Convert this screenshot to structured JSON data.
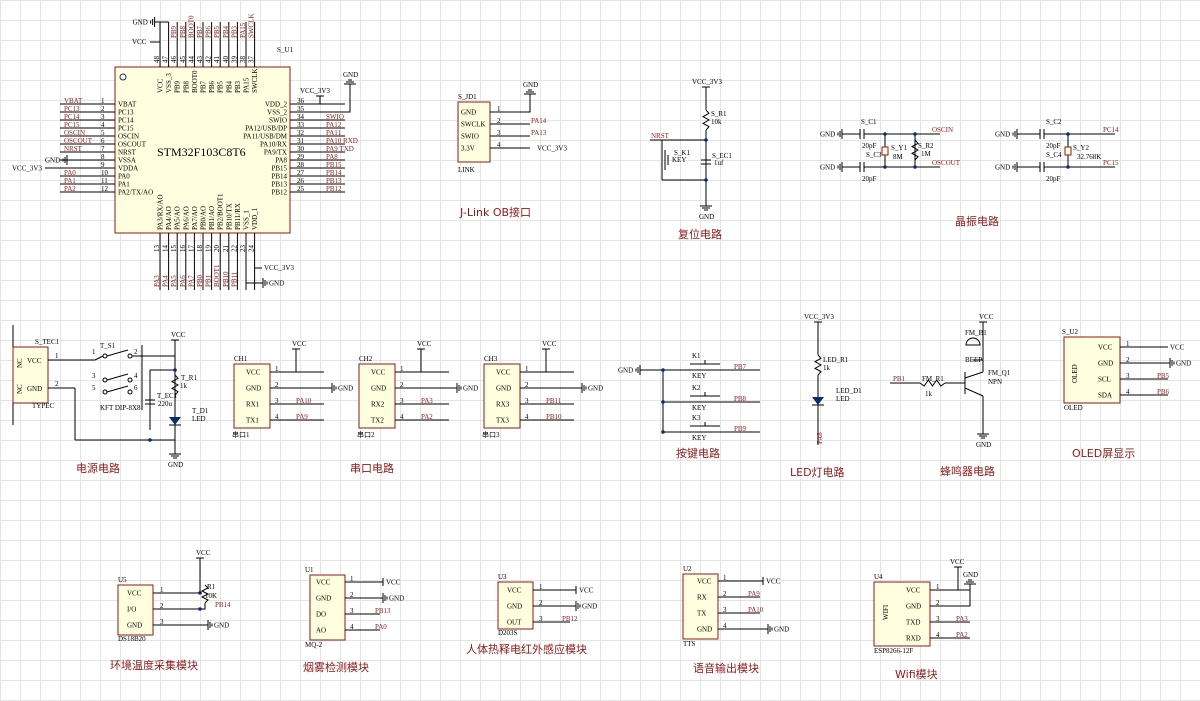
{
  "titles": {
    "jlink": "J-Link OB接口",
    "reset": "复位电路",
    "crystal": "晶振电路",
    "power": "电源电路",
    "uart": "串口电路",
    "keys": "按键电路",
    "led": "LED灯电路",
    "buzzer": "蜂鸣器电路",
    "oled": "OLED屏显示",
    "temp": "环境温度采集模块",
    "smoke": "烟雾检测模块",
    "pir": "人体热释电红外感应模块",
    "voice": "语音输出模块",
    "wifi": "Wifi模块"
  },
  "mcu": {
    "ref": "S_U1",
    "name": "STM32F103C8T6",
    "left_pins": [
      {
        "num": "1",
        "name": "VBAT",
        "net": "VBAT"
      },
      {
        "num": "2",
        "name": "PC13",
        "net": "PC13"
      },
      {
        "num": "3",
        "name": "PC14",
        "net": "PC14"
      },
      {
        "num": "4",
        "name": "PC15",
        "net": "PC15"
      },
      {
        "num": "5",
        "name": "OSCIN",
        "net": "OSCIN"
      },
      {
        "num": "6",
        "name": "OSCOUT",
        "net": "OSCOUT"
      },
      {
        "num": "7",
        "name": "NRST",
        "net": "NRST"
      },
      {
        "num": "8",
        "name": "VSSA",
        "net": "GND"
      },
      {
        "num": "9",
        "name": "VDDA",
        "net": "VCC_3V3"
      },
      {
        "num": "10",
        "name": "PA0",
        "net": "PA0"
      },
      {
        "num": "11",
        "name": "PA1",
        "net": "PA1"
      },
      {
        "num": "12",
        "name": "PA2/TX/AO",
        "net": "PA2"
      }
    ],
    "right_pins": [
      {
        "num": "36",
        "name": "VDD_2",
        "net": "VCC_3V3"
      },
      {
        "num": "35",
        "name": "VSS_2",
        "net": "GND"
      },
      {
        "num": "34",
        "name": "SWIO",
        "net": "SWIO"
      },
      {
        "num": "33",
        "name": "PA12/USB/DP",
        "net": "PA12"
      },
      {
        "num": "32",
        "name": "PA11/USB/DM",
        "net": "PA11"
      },
      {
        "num": "31",
        "name": "PA10/RX",
        "net": "PA10 RXD"
      },
      {
        "num": "30",
        "name": "PA9/TX",
        "net": "PA9 TXD"
      },
      {
        "num": "29",
        "name": "PA8",
        "net": "PA8"
      },
      {
        "num": "28",
        "name": "PB15",
        "net": "PB15"
      },
      {
        "num": "27",
        "name": "PB14",
        "net": "PB14"
      },
      {
        "num": "26",
        "name": "PB13",
        "net": "PB13"
      },
      {
        "num": "25",
        "name": "PB12",
        "net": "PB12"
      }
    ],
    "top_pins": [
      {
        "num": "48",
        "name": "VCC",
        "net": "VCC"
      },
      {
        "num": "47",
        "name": "VSS_3",
        "net": "GND"
      },
      {
        "num": "46",
        "name": "PB9",
        "net": "PB9"
      },
      {
        "num": "45",
        "name": "PB8",
        "net": "PB8"
      },
      {
        "num": "44",
        "name": "BOOT0",
        "net": "BOOT0"
      },
      {
        "num": "43",
        "name": "PB7",
        "net": "PB7"
      },
      {
        "num": "42",
        "name": "PB6",
        "net": "PB6"
      },
      {
        "num": "41",
        "name": "PB5",
        "net": "PB5"
      },
      {
        "num": "40",
        "name": "PB4",
        "net": "PB4"
      },
      {
        "num": "39",
        "name": "PB3",
        "net": "PB3"
      },
      {
        "num": "38",
        "name": "PA15",
        "net": "PA15"
      },
      {
        "num": "37",
        "name": "SWCLK",
        "net": "SWCLK"
      }
    ],
    "bottom_pins": [
      {
        "num": "13",
        "name": "PA3/RX/AO",
        "net": "PA3"
      },
      {
        "num": "14",
        "name": "PA4/AO",
        "net": "PA4"
      },
      {
        "num": "15",
        "name": "PA5/AO",
        "net": "PA5"
      },
      {
        "num": "16",
        "name": "PA6/AO",
        "net": "PA6"
      },
      {
        "num": "17",
        "name": "PA7/AO",
        "net": "PA7"
      },
      {
        "num": "18",
        "name": "PB0/AO",
        "net": "PB0"
      },
      {
        "num": "19",
        "name": "PB1/AO",
        "net": "PB1"
      },
      {
        "num": "20",
        "name": "PB2/BOOT1",
        "net": "BOOT1"
      },
      {
        "num": "21",
        "name": "PB10/TX",
        "net": "PB10"
      },
      {
        "num": "22",
        "name": "PB11/RX",
        "net": "PB11"
      },
      {
        "num": "23",
        "name": "VSS_1",
        "net": "GND"
      },
      {
        "num": "24",
        "name": "VDD_1",
        "net": "VCC_3V3"
      }
    ],
    "gnd": "GND",
    "vcc": "VCC",
    "vcc3": "VCC_3V3"
  },
  "jlink": {
    "ref": "S_JD1",
    "label": "LINK",
    "pins": [
      {
        "num": "1",
        "name": "GND",
        "net": "GND"
      },
      {
        "num": "2",
        "name": "SWCLK",
        "net": "PA14"
      },
      {
        "num": "3",
        "name": "SWIO",
        "net": "PA13"
      },
      {
        "num": "4",
        "name": "3.3V",
        "net": "VCC_3V3"
      }
    ]
  },
  "reset": {
    "vcc": "VCC_3V3",
    "r_ref": "S_R1",
    "r_val": "10k",
    "nrst": "NRST",
    "k_ref": "S_K1",
    "k_val": "KEY",
    "c_ref": "S_EC1",
    "c_val": "1uf",
    "gnd": "GND"
  },
  "crystal": {
    "gnd": "GND",
    "c1": "S_C1",
    "c1v": "20pF",
    "c3": "S_C3",
    "c3v": "20pF",
    "y1": "S_Y1",
    "y1v": "8M",
    "r2": "S_R2",
    "r2v": "1M",
    "oscin": "OSCIN",
    "oscout": "OSCOUT",
    "c2": "S_C2",
    "c2v": "20pF",
    "c4": "S_C4",
    "c4v": "20pF",
    "y2": "S_Y2",
    "y2v": "32.768K",
    "pc14": "PC14",
    "pc15": "PC15"
  },
  "power": {
    "conn": "S_TEC1",
    "conn_type": "TYPEC",
    "nc": "NC",
    "vcc_pin": "VCC",
    "gnd_pin": "GND",
    "sw": "T_S1",
    "sw_type": "KFT DIP-8X8",
    "vcc": "VCC",
    "r1": "T_R1",
    "r1v": "1k",
    "ec": "T_EC1",
    "ecv": "220u",
    "d1": "T_D1",
    "d1v": "LED",
    "gnd": "GND",
    "pin1": "1",
    "pin2": "2",
    "sw_pins": [
      "1",
      "2",
      "3",
      "4",
      "5",
      "6"
    ]
  },
  "uarts": [
    {
      "ref": "CH1",
      "label": "串口1",
      "vcc": "VCC",
      "tx_net": "PA9",
      "rx_net": "PA10"
    },
    {
      "ref": "CH2",
      "label": "串口2",
      "vcc": "VCC",
      "tx_net": "PA2",
      "rx_net": "PA3"
    },
    {
      "ref": "CH3",
      "label": "串口3",
      "vcc": "VCC",
      "tx_net": "PB10",
      "rx_net": "PB11"
    }
  ],
  "uart_pins": [
    "VCC",
    "GND",
    "RX1",
    "TX1"
  ],
  "uart_pins2": [
    "VCC",
    "GND",
    "RX2",
    "TX2"
  ],
  "uart_pins3": [
    "VCC",
    "GND",
    "RX3",
    "TX3"
  ],
  "uart_gnd": "GND",
  "keys": {
    "gnd": "GND",
    "items": [
      {
        "ref": "K1",
        "val": "KEY",
        "net": "PB7"
      },
      {
        "ref": "K2",
        "val": "KEY",
        "net": "PB8"
      },
      {
        "ref": "K3",
        "val": "KEY",
        "net": "PB9"
      }
    ]
  },
  "led": {
    "vcc": "VCC_3V3",
    "r": "LED_R1",
    "rv": "1k",
    "d": "LED_D1",
    "dv": "LED",
    "net": "PA8"
  },
  "buzzer": {
    "vcc": "VCC",
    "bz": "FM_B1",
    "bzv": "BEEP",
    "q": "FM_Q1",
    "qv": "NPN",
    "r": "FM_R1",
    "rv": "1k",
    "net": "PB1",
    "gnd": "GND"
  },
  "oled": {
    "ref": "S_U2",
    "label": "OLED",
    "inner": "OLED",
    "pins": [
      {
        "num": "1",
        "name": "VCC",
        "net": "VCC"
      },
      {
        "num": "2",
        "name": "GND",
        "net": "GND"
      },
      {
        "num": "3",
        "name": "SCL",
        "net": "PB5"
      },
      {
        "num": "4",
        "name": "SDA",
        "net": "PB6"
      }
    ]
  },
  "temp": {
    "ref": "U5",
    "label": "DS18B20",
    "vcc": "VCC",
    "r": "R1",
    "rv": "10K",
    "net": "PB14",
    "gnd": "GND",
    "pins": [
      {
        "num": "1",
        "name": "VCC"
      },
      {
        "num": "2",
        "name": "I/O"
      },
      {
        "num": "3",
        "name": "GND"
      }
    ]
  },
  "smoke": {
    "ref": "U1",
    "label": "MQ-2",
    "pins": [
      {
        "num": "1",
        "name": "VCC",
        "net": "VCC"
      },
      {
        "num": "2",
        "name": "GND",
        "net": "GND"
      },
      {
        "num": "3",
        "name": "DO",
        "net": "PB13"
      },
      {
        "num": "4",
        "name": "AO",
        "net": "PA0"
      }
    ]
  },
  "pir": {
    "ref": "U3",
    "label": "D203S",
    "pins": [
      {
        "num": "1",
        "name": "VCC",
        "net": "VCC"
      },
      {
        "num": "2",
        "name": "GND",
        "net": "GND"
      },
      {
        "num": "3",
        "name": "OUT",
        "net": "PB12"
      }
    ]
  },
  "voice": {
    "ref": "U2",
    "label": "TTS",
    "pins": [
      {
        "num": "1",
        "name": "VCC",
        "net": "VCC"
      },
      {
        "num": "2",
        "name": "RX",
        "net": "PA9"
      },
      {
        "num": "3",
        "name": "TX",
        "net": "PA10"
      },
      {
        "num": "4",
        "name": "GND",
        "net": "GND"
      }
    ]
  },
  "wifi": {
    "ref": "U4",
    "label": "ESP8266-12F",
    "inner": "WIFI",
    "vcc": "VCC",
    "gnd": "GND",
    "pins": [
      {
        "num": "1",
        "name": "VCC",
        "net": ""
      },
      {
        "num": "2",
        "name": "GND",
        "net": ""
      },
      {
        "num": "3",
        "name": "TXD",
        "net": "PA3"
      },
      {
        "num": "4",
        "name": "RXD",
        "net": "PA2"
      }
    ]
  }
}
